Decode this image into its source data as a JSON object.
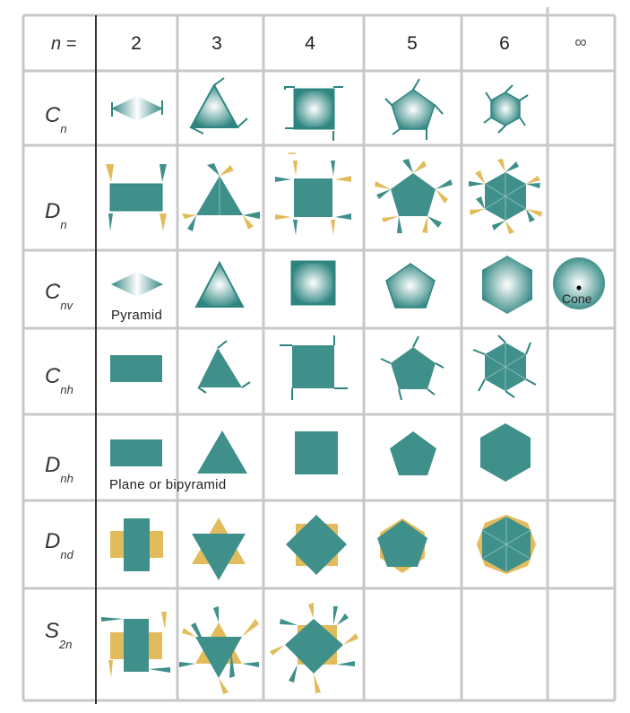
{
  "header": {
    "n_label": "n =",
    "columns": [
      "2",
      "3",
      "4",
      "5",
      "6",
      "∞"
    ]
  },
  "rows": [
    {
      "main": "C",
      "sub": "n"
    },
    {
      "main": "D",
      "sub": "n"
    },
    {
      "main": "C",
      "sub": "nv"
    },
    {
      "main": "C",
      "sub": "nh"
    },
    {
      "main": "D",
      "sub": "nh"
    },
    {
      "main": "D",
      "sub": "nd"
    },
    {
      "main": "S",
      "sub": "2n"
    }
  ],
  "notes": {
    "pyramid": "Pyramid",
    "plane": "Plane or bipyramid",
    "cone": "Cone"
  },
  "colors": {
    "teal": "#3f8f8a",
    "gold": "#e2bc5c",
    "grid": "#c8c8c8",
    "axis": "#333333"
  }
}
